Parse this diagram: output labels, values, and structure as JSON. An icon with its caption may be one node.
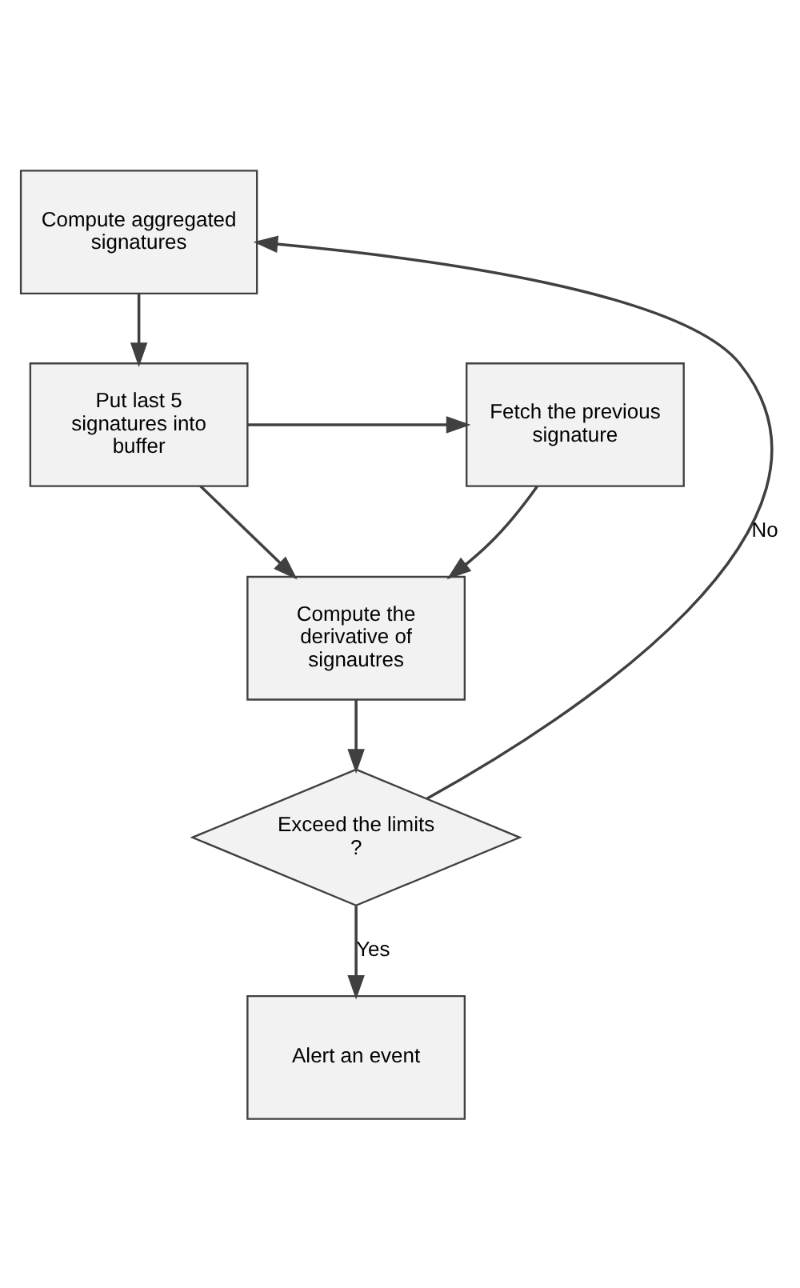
{
  "diagram": {
    "nodes": [
      {
        "text": [
          "Compute aggregated signatures"
        ]
      },
      {
        "text": [
          "Put last 5 signatures into buffer"
        ]
      },
      {
        "text": [
          "Fetch the previous signature"
        ]
      },
      {
        "text": [
          "Compute the derivative of signautres"
        ]
      },
      {
        "text": [
          "Exceed the limits ?"
        ]
      },
      {
        "text": [
          "Alert an event"
        ]
      }
    ],
    "edges": [
      {
        "from": 0,
        "to": 1,
        "arrow": "to"
      },
      {
        "from": 1,
        "to": 2,
        "arrow": "to"
      },
      {
        "from": 1,
        "to": 3,
        "arrow": "to"
      },
      {
        "from": 2,
        "to": 3,
        "arrow": "to"
      },
      {
        "from": 3,
        "to": 4,
        "arrow": "to"
      },
      {
        "from": 4,
        "to": 0,
        "arrow": "to",
        "label": "No"
      },
      {
        "from": 4,
        "to": 5,
        "arrow": "to",
        "label": "Yes"
      }
    ]
  }
}
